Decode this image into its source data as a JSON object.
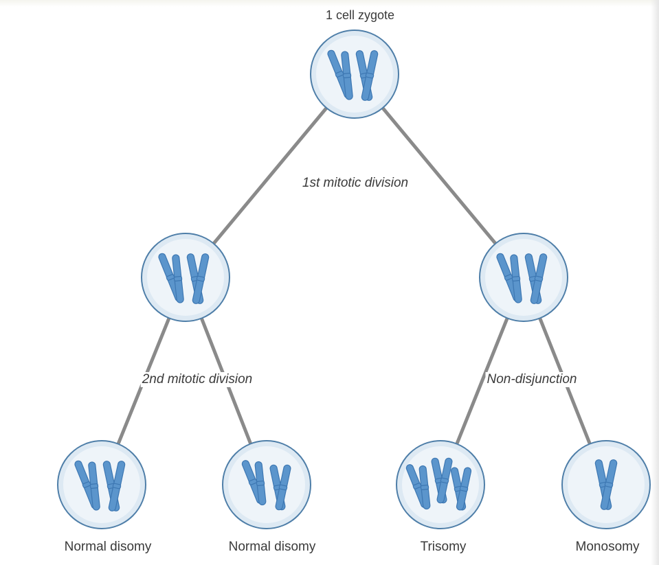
{
  "labels": {
    "top": "1 cell zygote",
    "first_division": "1st mitotic division",
    "second_division": "2nd mitotic division",
    "non_disjunction": "Non-disjunction"
  },
  "outcomes": [
    "Normal disomy",
    "Normal disomy",
    "Trisomy",
    "Monosomy"
  ],
  "colors": {
    "edge": "#8a8a8a",
    "cell_border": "#4e7ea8",
    "cell_fill": "#dde9f3",
    "chromosome": "#5b95cc"
  }
}
